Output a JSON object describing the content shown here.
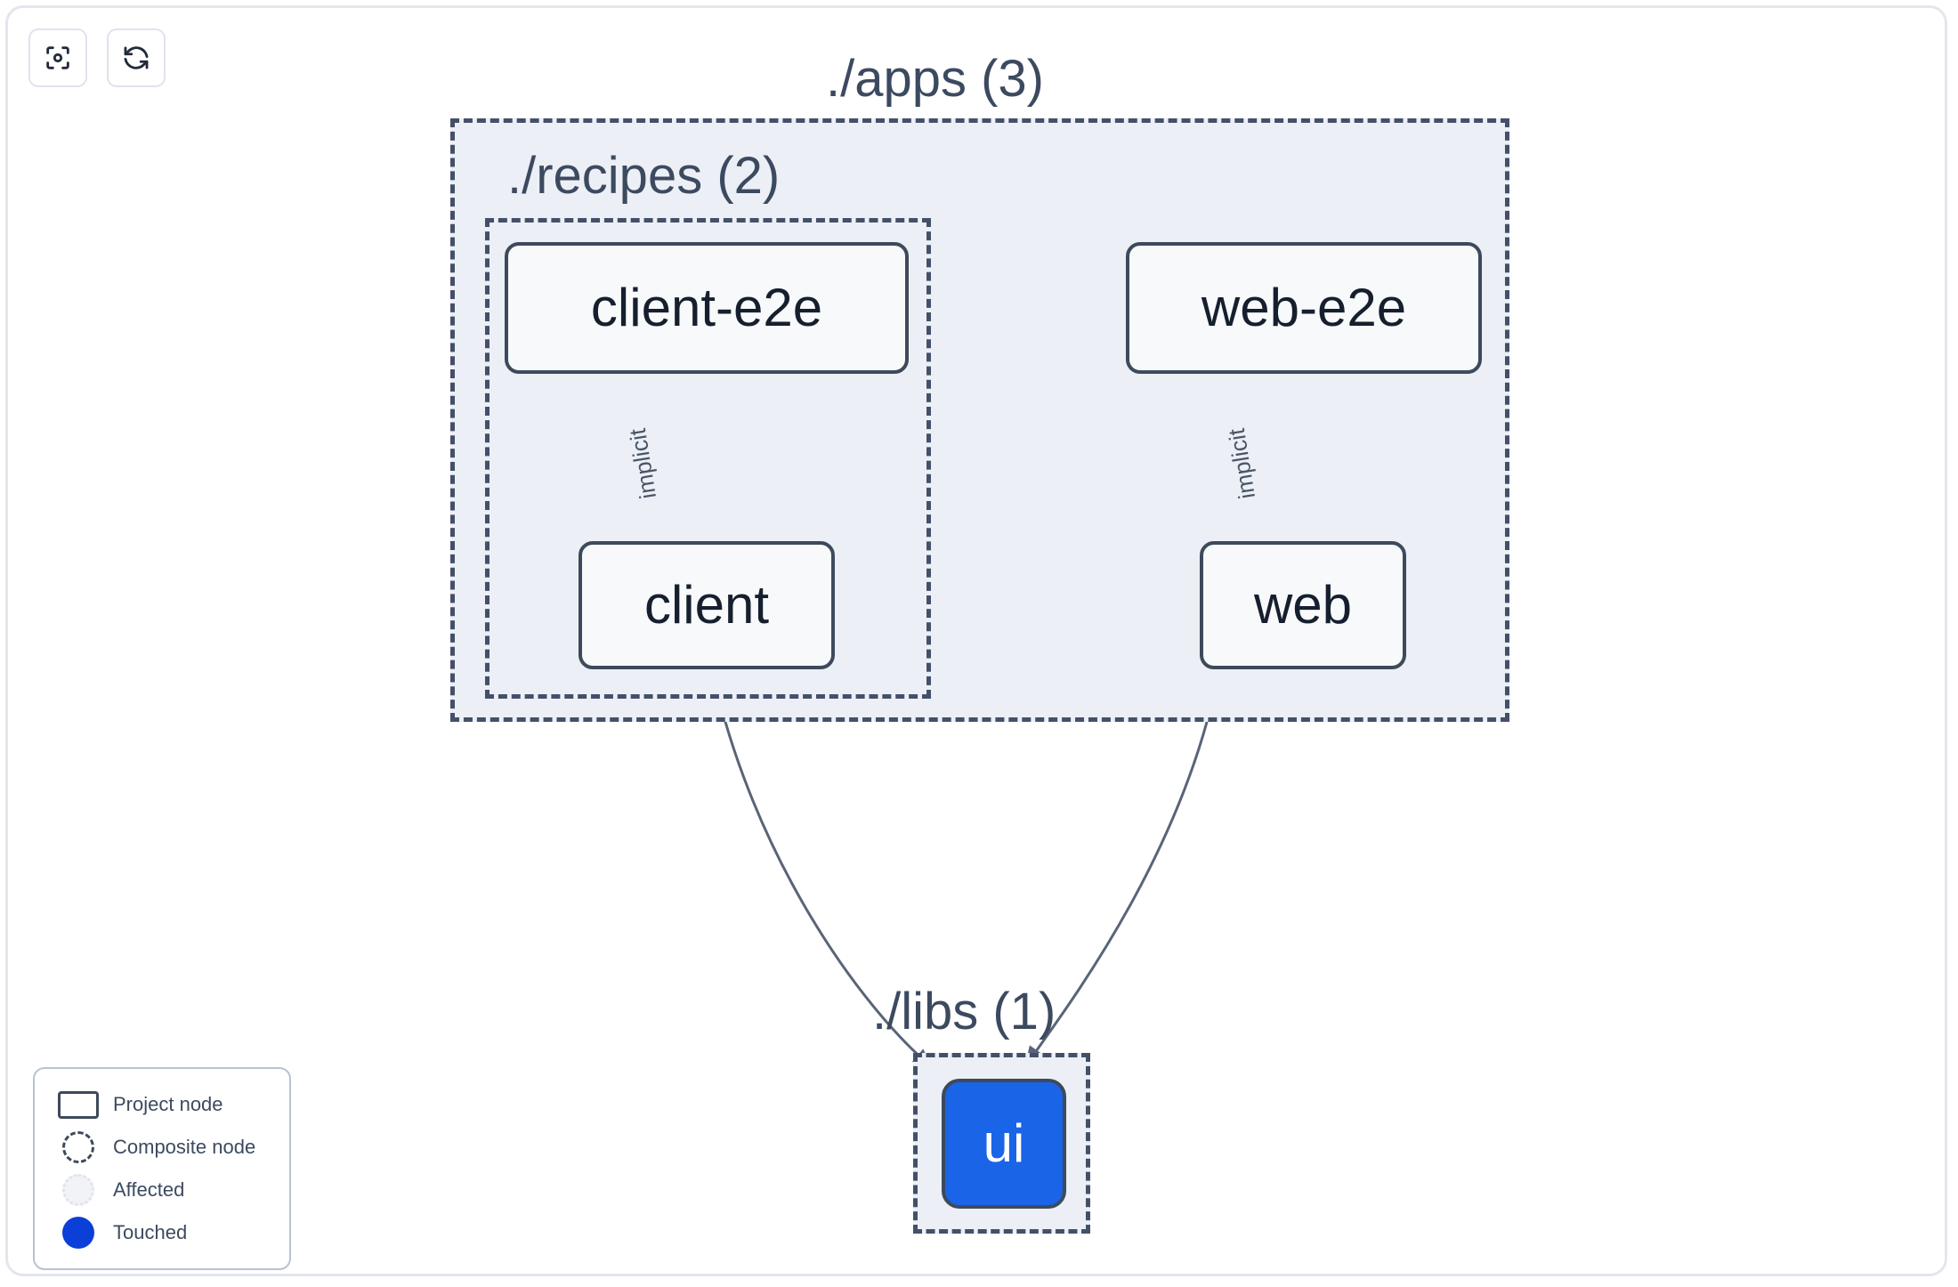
{
  "toolbar": {
    "buttons": [
      {
        "name": "focus-graph-button",
        "icon": "focus-target-icon",
        "title": "Focus"
      },
      {
        "name": "refresh-graph-button",
        "icon": "refresh-sync-icon",
        "title": "Refresh"
      }
    ]
  },
  "graph": {
    "groups": [
      {
        "id": "apps",
        "label": "./apps (3)",
        "count": 3
      },
      {
        "id": "recipes",
        "label": "./recipes (2)",
        "count": 2
      },
      {
        "id": "libs",
        "label": "./libs (1)",
        "count": 1
      }
    ],
    "nodes": [
      {
        "id": "client-e2e",
        "label": "client-e2e",
        "group": "recipes",
        "state": "normal"
      },
      {
        "id": "client",
        "label": "client",
        "group": "recipes",
        "state": "normal"
      },
      {
        "id": "web-e2e",
        "label": "web-e2e",
        "group": "apps",
        "state": "normal"
      },
      {
        "id": "web",
        "label": "web",
        "group": "apps",
        "state": "normal"
      },
      {
        "id": "ui",
        "label": "ui",
        "group": "libs",
        "state": "touched"
      }
    ],
    "edges": [
      {
        "from": "client-e2e",
        "to": "client",
        "label": "implicit"
      },
      {
        "from": "web-e2e",
        "to": "web",
        "label": "implicit"
      },
      {
        "from": "client",
        "to": "ui",
        "label": ""
      },
      {
        "from": "web",
        "to": "ui",
        "label": ""
      }
    ]
  },
  "legend": {
    "items": [
      {
        "label": "Project node",
        "swatch": "rect-outline"
      },
      {
        "label": "Composite node",
        "swatch": "dashed-circle"
      },
      {
        "label": "Affected",
        "swatch": "dotted-circle"
      },
      {
        "label": "Touched",
        "swatch": "filled-circle"
      }
    ]
  },
  "colors": {
    "touched": "#0b3fd8",
    "node_touched_fill": "#1a64e8",
    "group_fill": "#eceff5",
    "group_border": "#44506a",
    "node_border": "#3d4a5c",
    "node_fill": "#f8f9fb",
    "text": "#3c4a60",
    "edge": "#5a6478"
  }
}
